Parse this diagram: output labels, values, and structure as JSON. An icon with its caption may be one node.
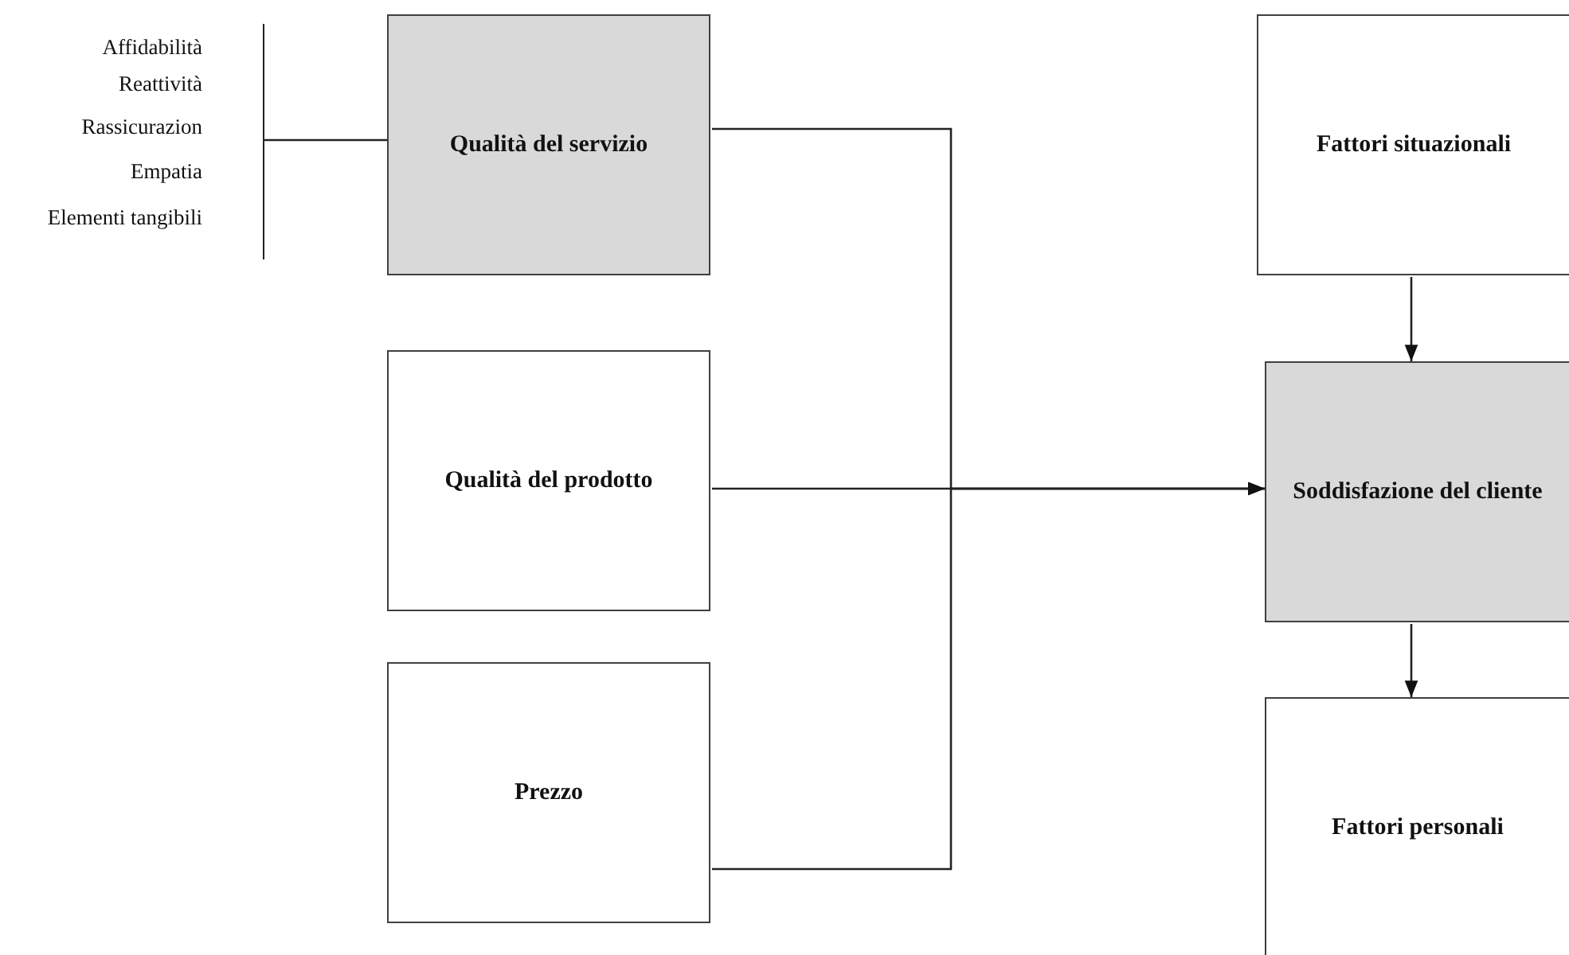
{
  "diagram": {
    "nodes": [
      {
        "text": [
          "Affidabilità",
          "Reattività",
          "Rassicurazion",
          "Empatia",
          "Elementi tangibili"
        ]
      },
      {
        "text": [
          "Qualità del servizio"
        ]
      },
      {
        "text": [
          "Qualità del prodotto"
        ]
      },
      {
        "text": [
          "Prezzo"
        ]
      },
      {
        "text": [
          "Fattori situazionali"
        ]
      },
      {
        "text": [
          "Soddisfazione del cliente"
        ]
      },
      {
        "text": [
          "Fattori personali"
        ]
      }
    ],
    "edges": [
      {
        "from": 0,
        "to": 1,
        "arrow": "none"
      },
      {
        "from": 1,
        "to": 5,
        "arrow": "to"
      },
      {
        "from": 2,
        "to": 5,
        "arrow": "to"
      },
      {
        "from": 3,
        "to": 5,
        "arrow": "to"
      },
      {
        "from": 4,
        "to": 5,
        "arrow": "to"
      },
      {
        "from": 5,
        "to": 6,
        "arrow": "to"
      }
    ]
  }
}
